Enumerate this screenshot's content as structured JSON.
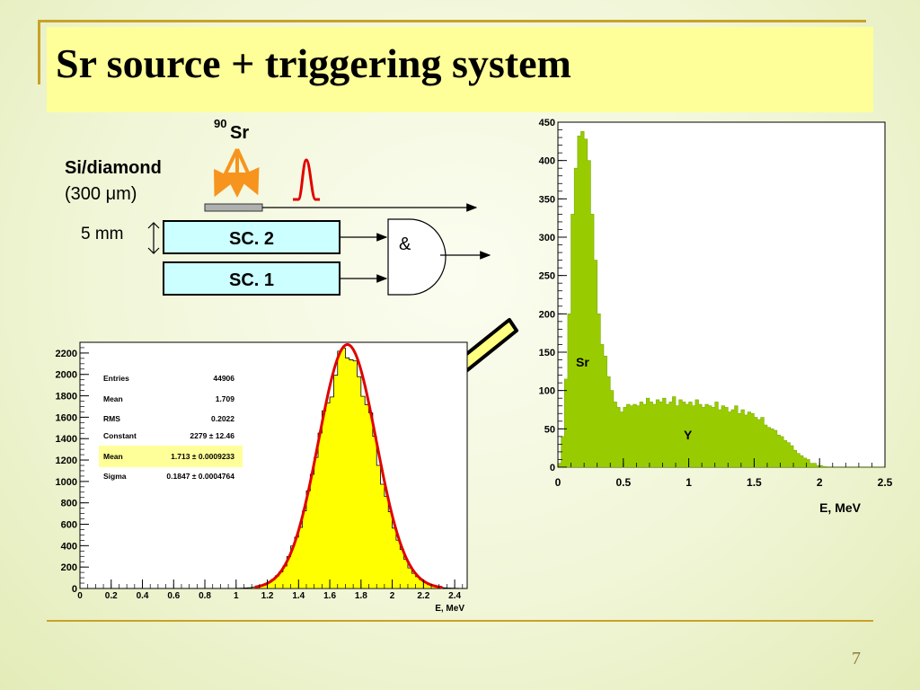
{
  "slide": {
    "title": "Sr source + triggering system",
    "page_number": "7"
  },
  "diagram": {
    "source_sup": "90",
    "source_label": "Sr",
    "detector_line1": "Si/diamond",
    "detector_line2": "(300 μm)",
    "gap_label": "5 mm",
    "sc2_label": "SC. 2",
    "sc1_label": "SC. 1",
    "and_label": "&",
    "colors": {
      "arrow": "#f7941d",
      "pulse": "#e00000",
      "scint_fill": "#ccffff",
      "detector": "#b0b0b0"
    }
  },
  "chart_data": [
    {
      "type": "histogram",
      "xlabel": "E, MeV",
      "xlim": [
        0,
        2.5
      ],
      "ylim": [
        0,
        450
      ],
      "xticks": [
        "0",
        "0.5",
        "1",
        "1.5",
        "2",
        "2.5"
      ],
      "yticks": [
        "0",
        "50",
        "100",
        "150",
        "200",
        "250",
        "300",
        "350",
        "400",
        "450"
      ],
      "annotations": [
        "Sr",
        "Y"
      ],
      "fill_color": "#99cc00",
      "bin_width": 0.025,
      "values": [
        5,
        40,
        115,
        200,
        330,
        390,
        432,
        438,
        428,
        400,
        330,
        270,
        200,
        160,
        145,
        118,
        100,
        85,
        78,
        72,
        78,
        82,
        80,
        82,
        80,
        85,
        82,
        90,
        85,
        82,
        88,
        85,
        90,
        82,
        85,
        92,
        80,
        88,
        85,
        82,
        85,
        80,
        88,
        82,
        78,
        82,
        80,
        78,
        85,
        75,
        80,
        78,
        72,
        75,
        80,
        70,
        75,
        68,
        72,
        70,
        65,
        62,
        65,
        55,
        52,
        50,
        48,
        42,
        40,
        35,
        32,
        28,
        22,
        18,
        15,
        12,
        10,
        5,
        5,
        2,
        2,
        1,
        0,
        0,
        0,
        0,
        0,
        0,
        0,
        0,
        0,
        0,
        0,
        0,
        0,
        0,
        0,
        0,
        0,
        0
      ]
    },
    {
      "type": "histogram",
      "xlabel": "E, MeV",
      "xlim": [
        0,
        2.5
      ],
      "ylim": [
        0,
        2300
      ],
      "xticks": [
        "0",
        "0.2",
        "0.4",
        "0.6",
        "0.8",
        "1",
        "1.2",
        "1.4",
        "1.6",
        "1.8",
        "2",
        "2.2",
        "2.4"
      ],
      "yticks": [
        "0",
        "200",
        "400",
        "600",
        "800",
        "1000",
        "1200",
        "1400",
        "1600",
        "1800",
        "2000",
        "2200"
      ],
      "fill_color": "#ffff00",
      "fit_color": "#e00000",
      "fit": {
        "constant": 2279,
        "mean": 1.713,
        "sigma": 0.1847
      },
      "stats": [
        {
          "label": "Entries",
          "value": "44906"
        },
        {
          "label": "Mean",
          "value": "1.709"
        },
        {
          "label": "RMS",
          "value": "0.2022"
        },
        {
          "label": "Constant",
          "value": "2279 ± 12.46"
        },
        {
          "label": "Mean",
          "value": "1.713 ± 0.0009233"
        },
        {
          "label": "Sigma",
          "value": "0.1847  ± 0.0004764"
        }
      ]
    }
  ]
}
